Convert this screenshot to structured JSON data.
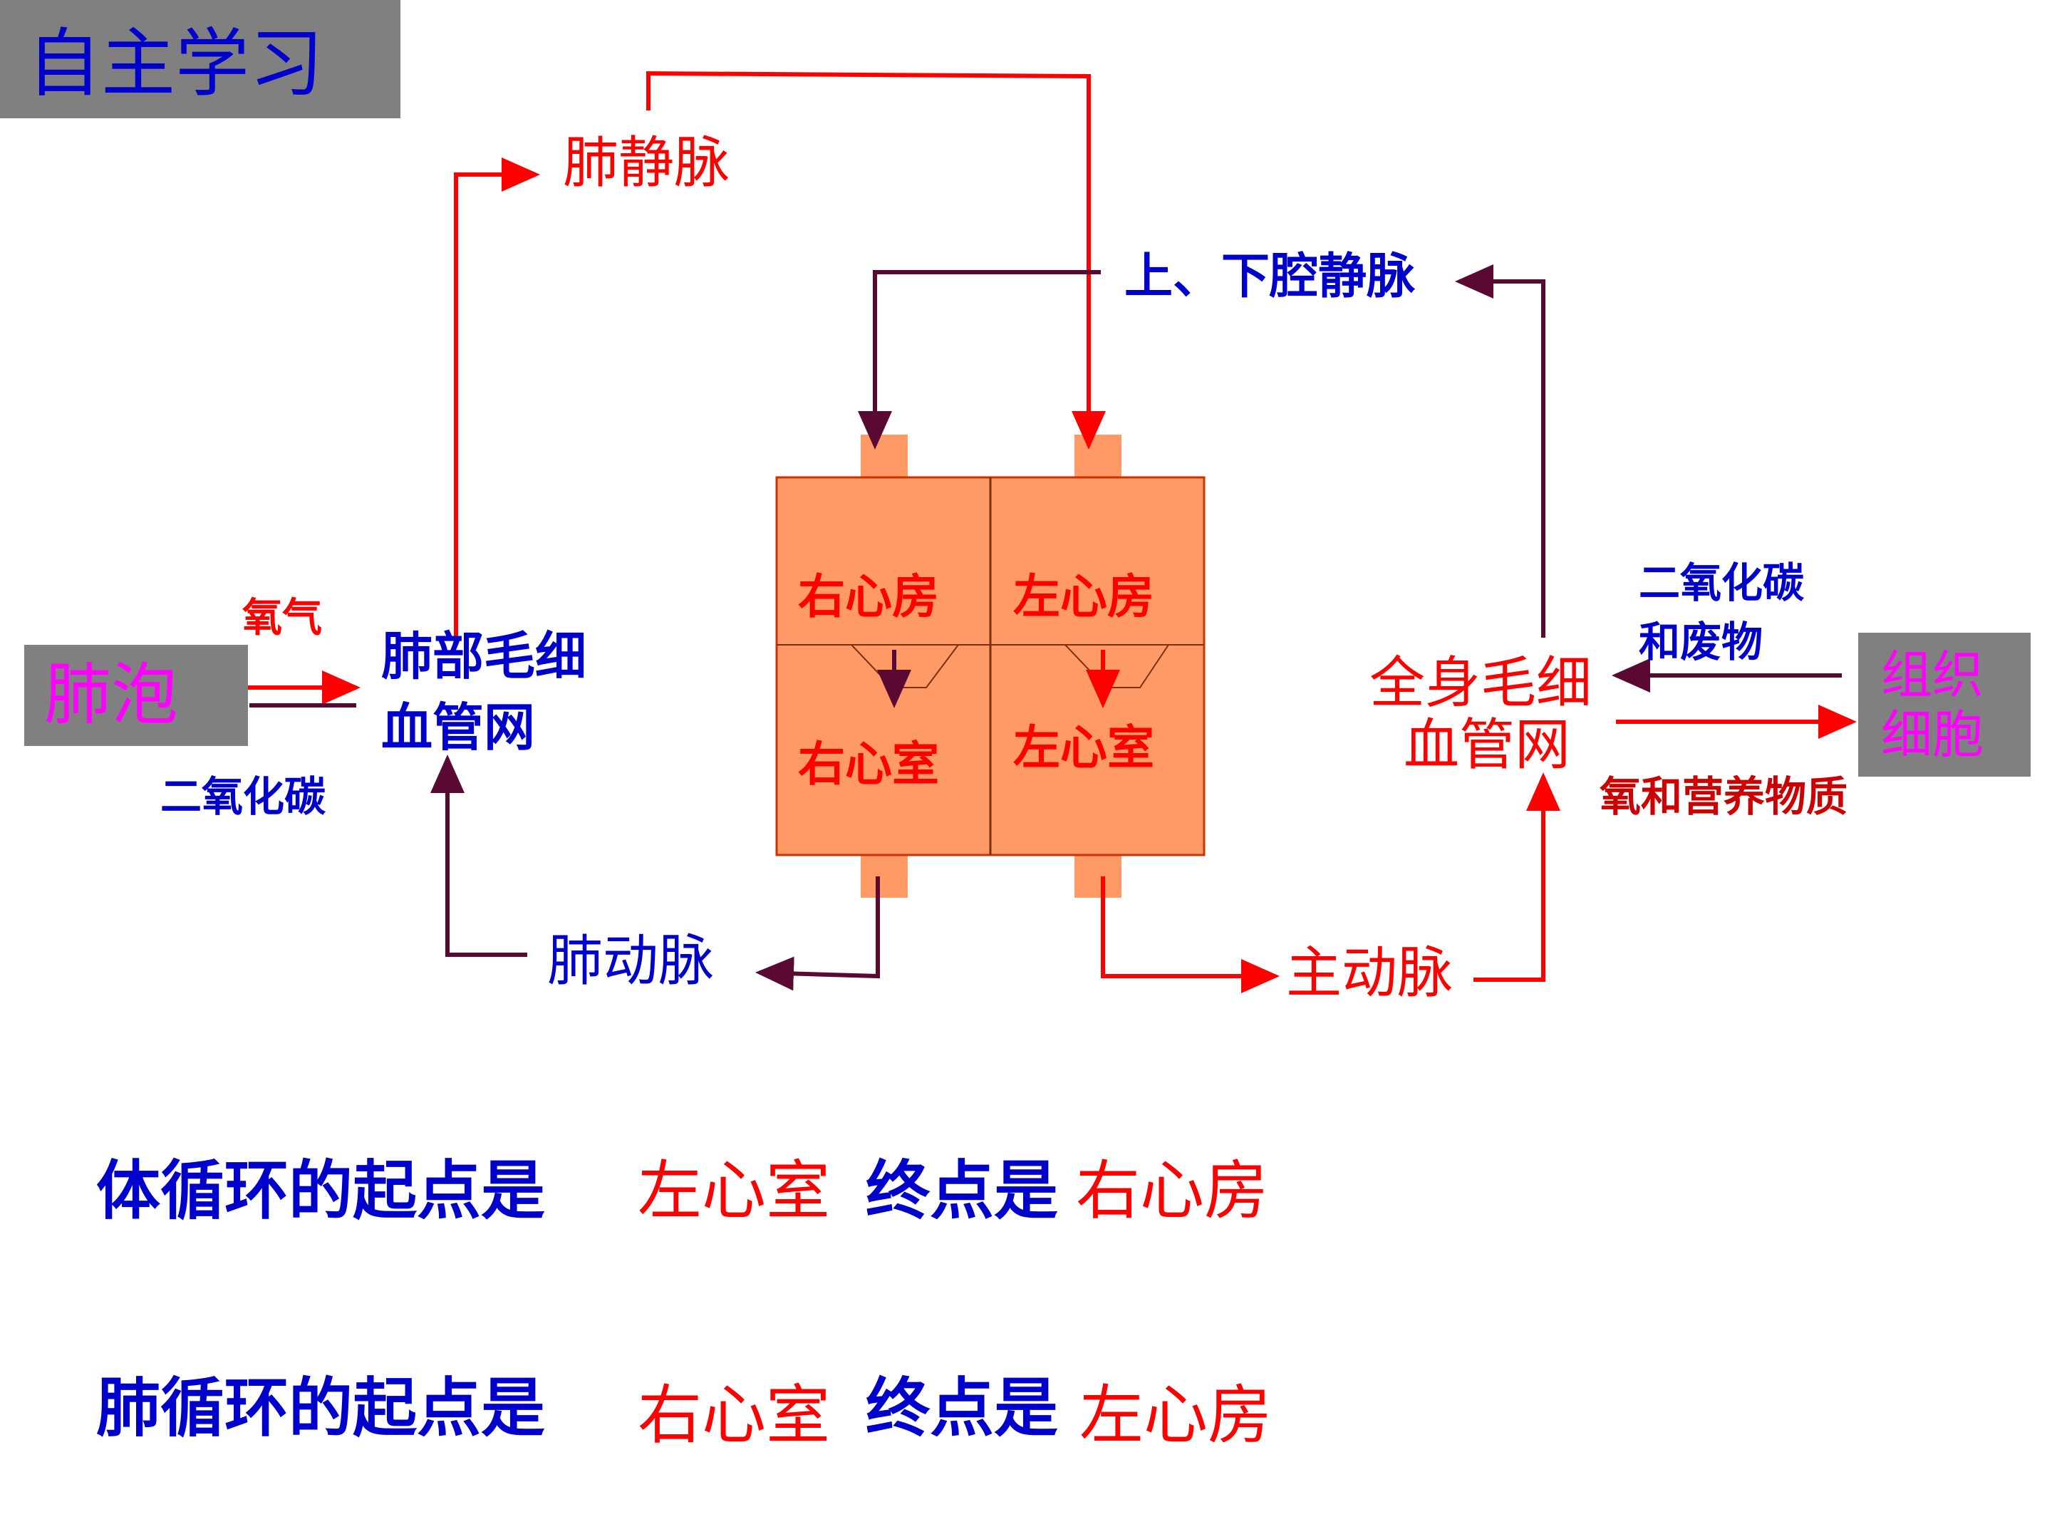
{
  "title": "自主学习",
  "labels": {
    "pulmonary_vein": "肺静脉",
    "vena_cava": "上、下腔静脉",
    "pulmonary_artery": "肺动脉",
    "aorta": "主动脉",
    "lung_capillary_line1": "肺部毛细",
    "lung_capillary_line2": "血管网",
    "body_capillary_line1": "全身毛细",
    "body_capillary_line2": "血管网",
    "alveoli": "肺泡",
    "tissue_cells_line1": "组织",
    "tissue_cells_line2": "细胞",
    "oxygen": "氧气",
    "co2_left": "二氧化碳",
    "co2_waste_line1": "二氧化碳",
    "co2_waste_line2": "和废物",
    "oxygen_nutrients": "氧和营养物质"
  },
  "heart": {
    "right_atrium": "右心房",
    "left_atrium": "左心房",
    "right_ventricle": "右心室",
    "left_ventricle": "左心室"
  },
  "qa": {
    "systemic_question": "体循环的起点是",
    "systemic_start": "左心室",
    "systemic_end_label": "终点是",
    "systemic_end": "右心房",
    "pulmonary_question": "肺循环的起点是",
    "pulmonary_start": "右心室",
    "pulmonary_end_label": "终点是",
    "pulmonary_end": "左心房"
  },
  "colors": {
    "red": "#ff0000",
    "blue": "#0000cc",
    "magenta": "#ff00ff",
    "dark_arrow": "#5a0a32",
    "heart_fill": "#ff9966",
    "heart_stroke": "#cc3300",
    "gray_box": "#808080"
  }
}
